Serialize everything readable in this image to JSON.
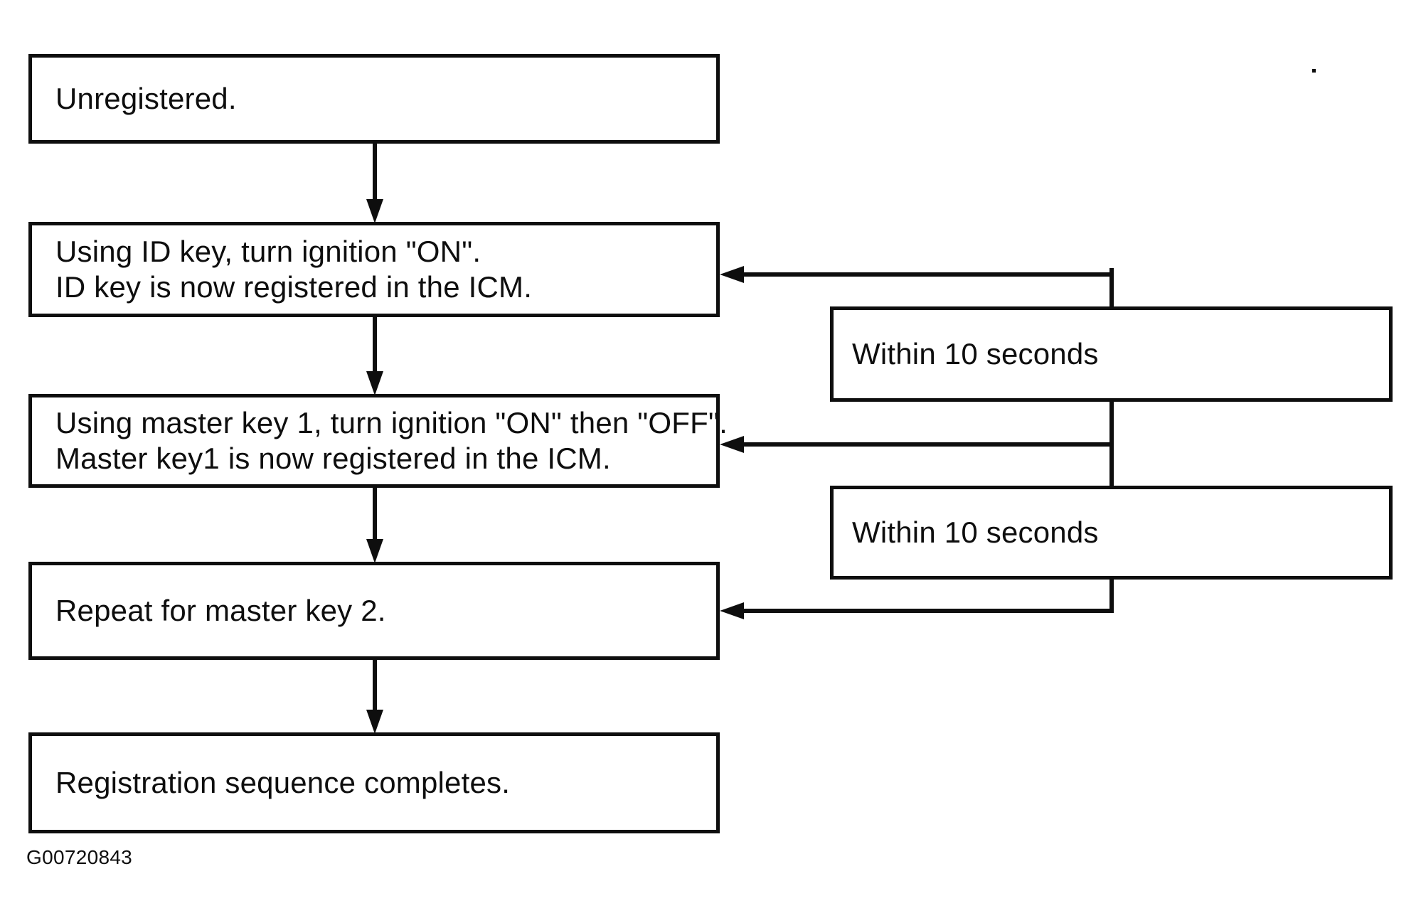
{
  "diagram": {
    "figure_id": "G00720843",
    "colors": {
      "ink": "#0e0e0e",
      "paper": "#ffffff"
    },
    "flow_boxes": [
      {
        "name": "unregistered",
        "lines": [
          "Unregistered."
        ]
      },
      {
        "name": "id-key",
        "lines": [
          "Using ID key, turn ignition \"ON\".",
          "ID key is now registered in the ICM."
        ]
      },
      {
        "name": "master-key-1",
        "lines": [
          "Using master key 1, turn ignition \"ON\" then \"OFF\".",
          "Master key1 is now registered in the ICM."
        ]
      },
      {
        "name": "master-key-2",
        "lines": [
          "Repeat for master key 2."
        ]
      },
      {
        "name": "complete",
        "lines": [
          "Registration sequence completes."
        ]
      }
    ],
    "timing_boxes": [
      {
        "label": "Within 10 seconds"
      },
      {
        "label": "Within 10 seconds"
      }
    ]
  }
}
